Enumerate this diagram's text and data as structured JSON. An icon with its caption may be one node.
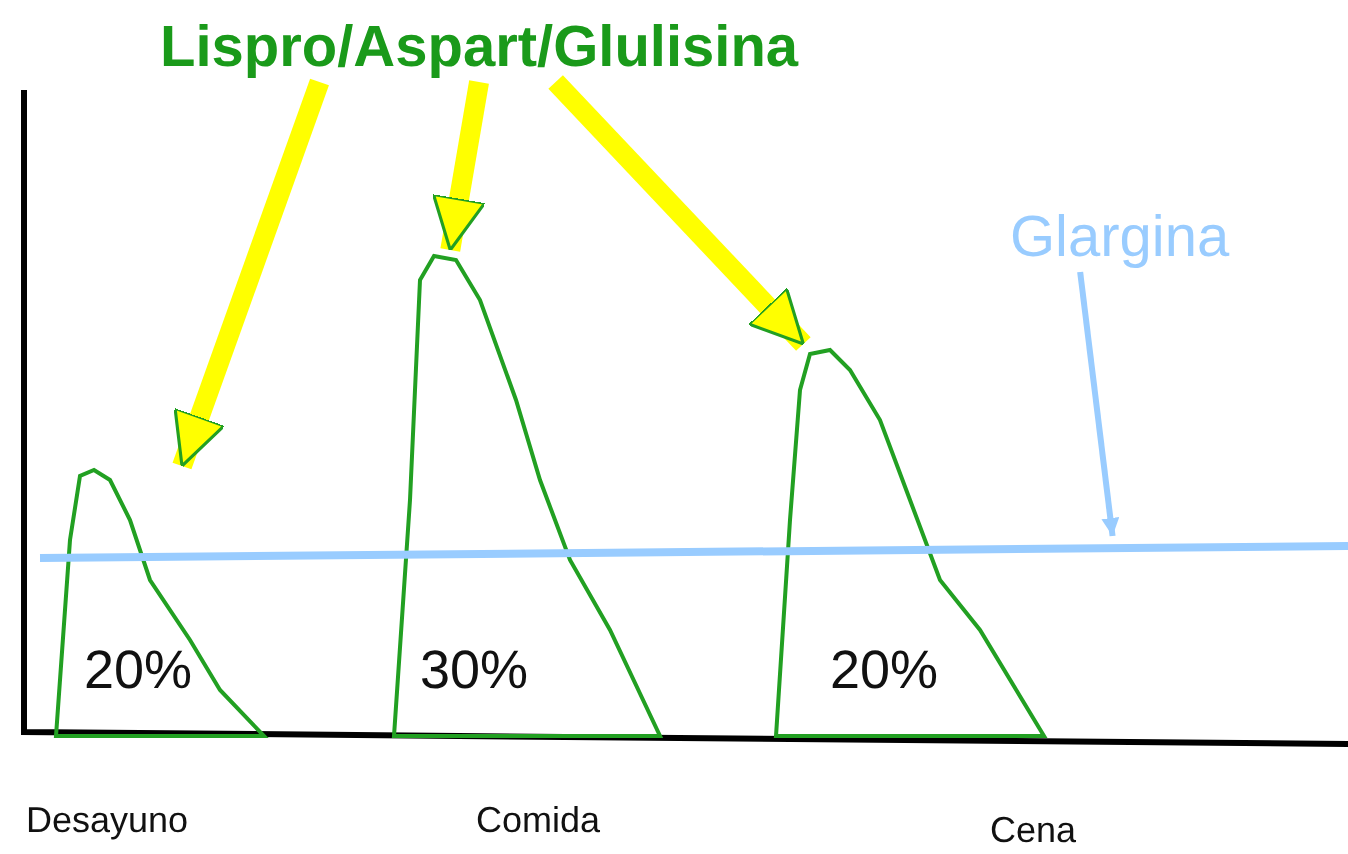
{
  "diagram": {
    "nodes": [
      {
        "text": [
          "Lispro/Aspart/Glulisina"
        ]
      },
      {
        "text": [
          "20%"
        ],
        "beside": [
          "Desayuno"
        ]
      },
      {
        "text": [
          "30%"
        ],
        "beside": [
          "Comida"
        ]
      },
      {
        "text": [
          "20%"
        ],
        "beside": [
          "Cena"
        ]
      },
      {
        "text": [
          "Glargina"
        ]
      },
      {
        "text": [],
        "shape": "line"
      }
    ],
    "edges": [
      {
        "from": 0,
        "to": 1,
        "arrow": "to"
      },
      {
        "from": 0,
        "to": 2,
        "arrow": "to"
      },
      {
        "from": 0,
        "to": 3,
        "arrow": "to"
      },
      {
        "from": 4,
        "to": 5,
        "arrow": "to",
        "color": "#99ccff"
      }
    ]
  }
}
